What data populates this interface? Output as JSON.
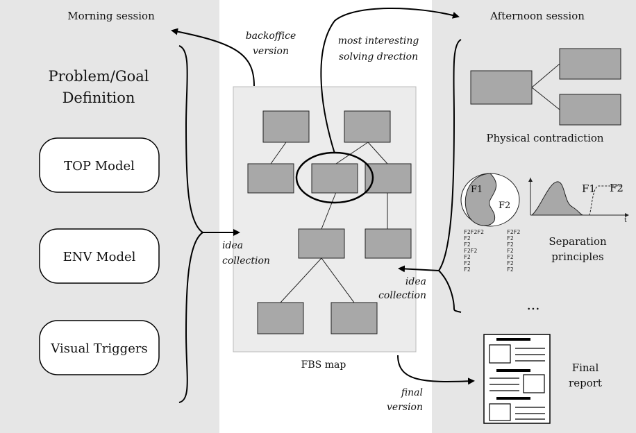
{
  "morning": {
    "title": "Morning session",
    "problem_line1": "Problem/Goal",
    "problem_line2": "Definition",
    "models": [
      "TOP Model",
      "ENV Model",
      "Visual Triggers"
    ]
  },
  "center": {
    "backoffice_line1": "backoffice",
    "backoffice_line2": "version",
    "interesting_line1": "most interesting",
    "interesting_line2": "solving drection",
    "idea_left_line1": "idea",
    "idea_left_line2": "collection",
    "idea_right_line1": "idea",
    "idea_right_line2": "collection",
    "fbs_label": "FBS map",
    "final_line1": "final",
    "final_line2": "version"
  },
  "afternoon": {
    "title": "Afternoon session",
    "physical": "Physical contradiction",
    "f1": "F1",
    "f2": "F2",
    "t_axis": "t",
    "separation_line1": "Separation",
    "separation_line2": "principles",
    "ellipsis": "...",
    "final_report_line1": "Final",
    "final_report_line2": "report",
    "matrix_rows": [
      [
        "F2F2F2",
        "F2F2"
      ],
      [
        "F2",
        "F2"
      ],
      [
        "F2",
        "F2"
      ],
      [
        "F2F2",
        "F2"
      ],
      [
        "F2",
        "F2"
      ],
      [
        "F2",
        "F2"
      ],
      [
        "F2",
        "F2"
      ]
    ]
  },
  "colors": {
    "panel_bg": "#e6e6e6",
    "box_fill": "#a8a8a8"
  }
}
